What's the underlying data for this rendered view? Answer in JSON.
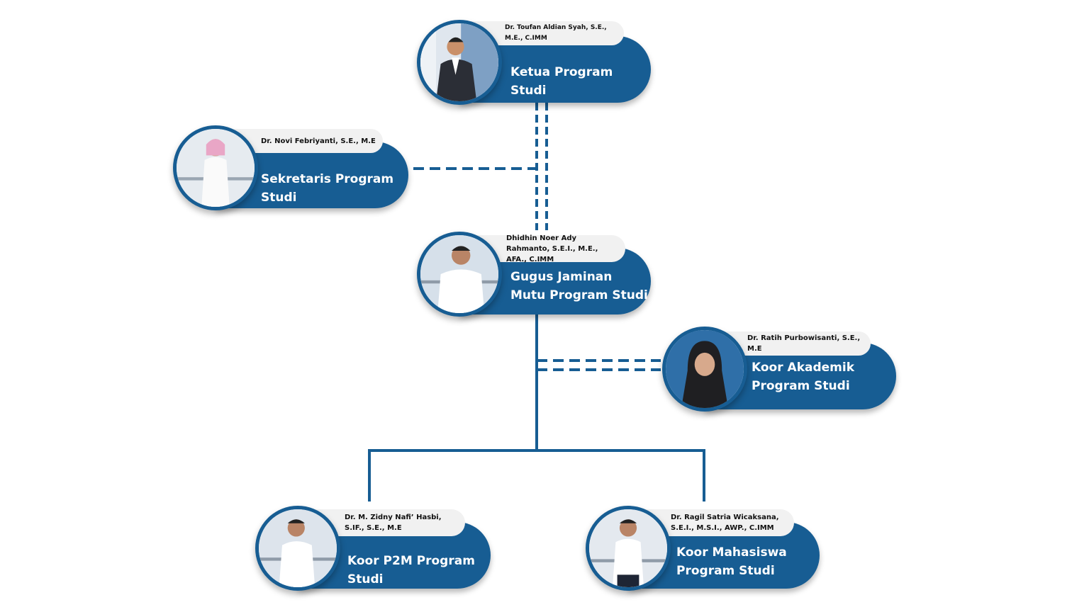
{
  "org_chart": {
    "nodes": [
      {
        "id": "ketua",
        "role": "Ketua Program Studi",
        "name": "Dr. Toufan Aldian Syah, S.E., M.E., C.IMM",
        "photo": "portrait-man-in-suit"
      },
      {
        "id": "sekretaris",
        "role": "Sekretaris Program Studi",
        "name": "Dr. Novi Febriyanti, S.E., M.E",
        "photo": "portrait-woman-in-hijab"
      },
      {
        "id": "gjm",
        "role": "Gugus Jaminan Mutu Program Studi",
        "name": "Dhidhin Noer Ady Rahmanto, S.E.I., M.E., AFA., C.IMM",
        "photo": "portrait-man-white-shirt"
      },
      {
        "id": "akademik",
        "role": "Koor Akademik Program Studi",
        "name": "Dr. Ratih Purbowisanti, S.E., M.E",
        "photo": "portrait-woman-black-hijab"
      },
      {
        "id": "p2m",
        "role": "Koor P2M Program Studi",
        "name": "Dr. M. Zidny Nafi’ Hasbi, S.IF., S.E., M.E",
        "photo": "portrait-man-white-shirt"
      },
      {
        "id": "mahasiswa",
        "role": "Koor Mahasiswa Program Studi",
        "name": "Dr. Ragil Satria Wicaksana, S.E.I., M.S.I., AWP., C.IMM",
        "photo": "portrait-man-white-shirt"
      }
    ],
    "links": [
      {
        "from": "ketua",
        "to": "gjm",
        "style": "double-dashed"
      },
      {
        "from": "ketua",
        "to": "sekretaris",
        "style": "dashed"
      },
      {
        "from": "gjm",
        "to": "akademik",
        "style": "double-dashed"
      },
      {
        "from": "gjm",
        "to": "p2m",
        "style": "solid"
      },
      {
        "from": "gjm",
        "to": "mahasiswa",
        "style": "solid"
      }
    ],
    "colors": {
      "accent": "#175d93",
      "name_box": "#f1f1f1",
      "connector": "#175d93"
    }
  }
}
